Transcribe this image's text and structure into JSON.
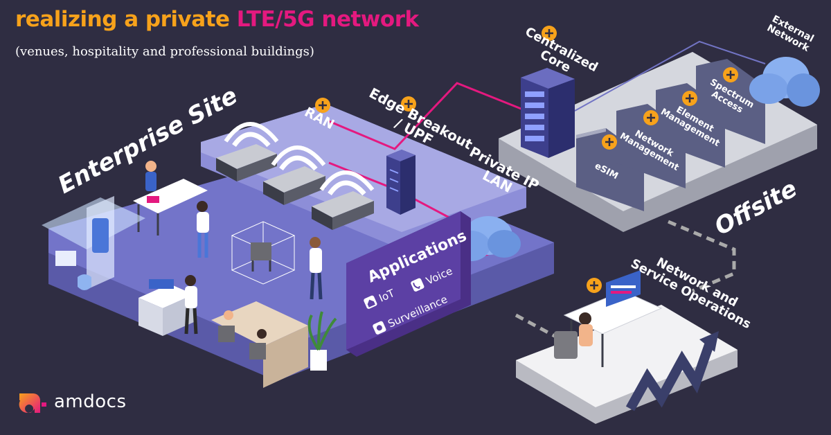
{
  "title": {
    "part1": "realizing a private ",
    "part2": "LTE/5G network"
  },
  "subtitle": "(venues, hospitality and professional buildings)",
  "sites": {
    "enterprise": "Enterprise Site",
    "offsite": "Offsite"
  },
  "nodes": {
    "ran": "RAN",
    "edge_breakout": "Edge Breakout\n/ UPF",
    "private_ip_lan": "Private IP\nLAN",
    "centralized_core": "Centralized\nCore",
    "external_network": "External\nNetwork",
    "spectrum_access": "Spectrum\nAccess",
    "element_management": "Element\nManagement",
    "network_management": "Network\nManagement",
    "esim": "eSIM",
    "network_service_ops": "Network and\nService Operations"
  },
  "applications": {
    "title": "Applications",
    "items": {
      "iot": "IoT",
      "voice": "Voice",
      "surveillance": "Surveillance"
    }
  },
  "brand": {
    "name": "amdocs"
  },
  "colors": {
    "background": "#2f2d42",
    "orange": "#f7a21b",
    "pink": "#e4197f",
    "enterprise_platform": "#6e6fc4",
    "offsite_platform": "#cfd1d9",
    "app_panel": "#5a3f9e"
  }
}
